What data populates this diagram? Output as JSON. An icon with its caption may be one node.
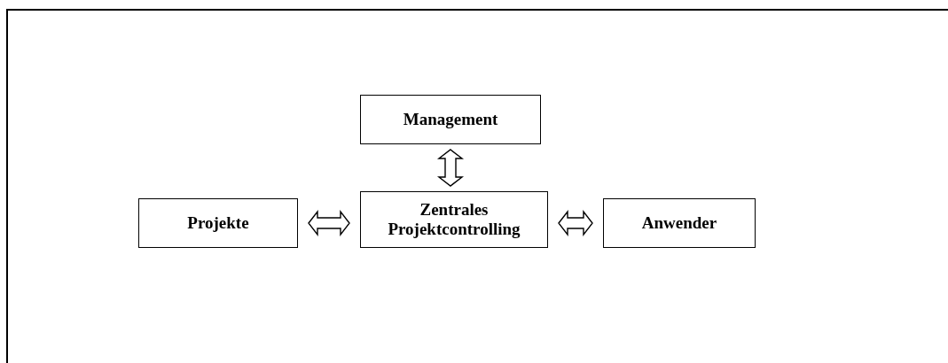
{
  "diagram": {
    "nodes": [
      {
        "text": [
          "Management"
        ]
      },
      {
        "text": [
          "Projekte"
        ]
      },
      {
        "text": [
          "Zentrales Projektcontrolling"
        ]
      },
      {
        "text": [
          "Anwender"
        ]
      }
    ],
    "edges": [
      {
        "from": 0,
        "to": 2,
        "arrow": "both"
      },
      {
        "from": 1,
        "to": 2,
        "arrow": "both"
      },
      {
        "from": 2,
        "to": 3,
        "arrow": "both"
      }
    ]
  }
}
